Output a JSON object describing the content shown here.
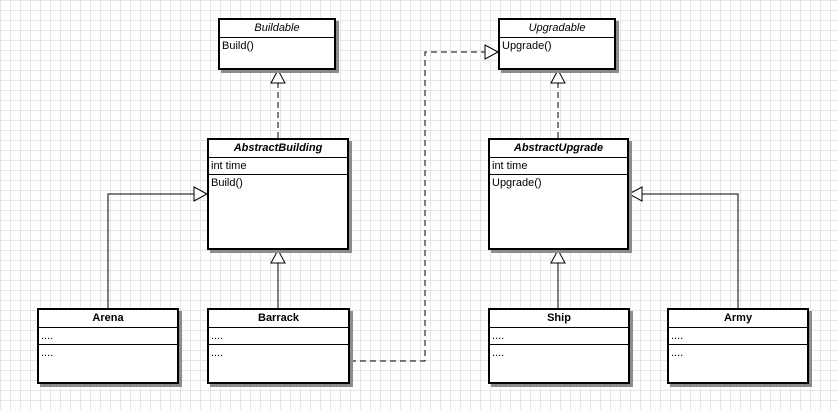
{
  "diagram": {
    "buildable": {
      "name": "Buildable",
      "methods": "Build()"
    },
    "upgradable": {
      "name": "Upgradable",
      "methods": "Upgrade()"
    },
    "abstract_building": {
      "name": "AbstractBuilding",
      "attributes": "int time",
      "methods": "Build()"
    },
    "abstract_upgrade": {
      "name": "AbstractUpgrade",
      "attributes": "int time",
      "methods": "Upgrade()"
    },
    "arena": {
      "name": "Arena",
      "attributes": "....",
      "methods": "...."
    },
    "barrack": {
      "name": "Barrack",
      "attributes": "....",
      "methods": "...."
    },
    "ship": {
      "name": "Ship",
      "attributes": "....",
      "methods": "...."
    },
    "army": {
      "name": "Army",
      "attributes": "....",
      "methods": "...."
    }
  },
  "colors": {
    "line": "#000000",
    "shadow": "#8c8c8c",
    "grid": "#e6e6e6"
  }
}
